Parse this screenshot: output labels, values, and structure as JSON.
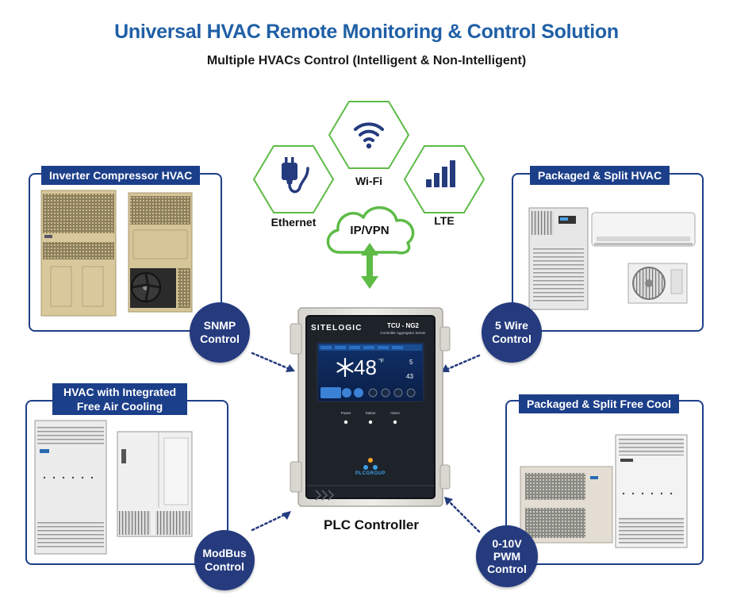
{
  "header": {
    "title": "Universal HVAC Remote Monitoring & Control Solution",
    "subtitle": "Multiple HVACs Control (Intelligent & Non-Intelligent)"
  },
  "network": {
    "ethernet": "Ethernet",
    "wifi": "Wi-Fi",
    "lte": "LTE",
    "cloud": "IP/VPN"
  },
  "panels": {
    "inverter": {
      "title": "Inverter Compressor HVAC",
      "protocol": [
        "SNMP",
        "Control"
      ]
    },
    "packaged_split": {
      "title": "Packaged & Split HVAC",
      "protocol": [
        "5 Wire",
        "Control"
      ]
    },
    "free_air": {
      "title": [
        "HVAC with Integrated",
        "Free Air Cooling"
      ],
      "protocol": [
        "ModBus",
        "Control"
      ]
    },
    "free_cool": {
      "title": "Packaged & Split Free Cool",
      "protocol": [
        "0-10V",
        "PWM",
        "Control"
      ]
    }
  },
  "controller": {
    "label": "PLC Controller",
    "brand": "SITELOGIC",
    "model": "TCU - NG2",
    "model_sub": "Controller Aggregator Server",
    "temp": "48",
    "temp_unit": "°F",
    "side_val1": "5",
    "side_val2": "43",
    "btn_labels": [
      "Power",
      "Status",
      "Alarm"
    ],
    "logo": "PLCGROUP"
  },
  "colors": {
    "title_blue": "#1f5fa6",
    "navy": "#1c3f8a",
    "circle_navy": "#253b7e",
    "green": "#5dbb46",
    "enclosure": "#e4e2dc",
    "hvac_tan": "#d8c79a",
    "hvac_white": "#ececec"
  }
}
